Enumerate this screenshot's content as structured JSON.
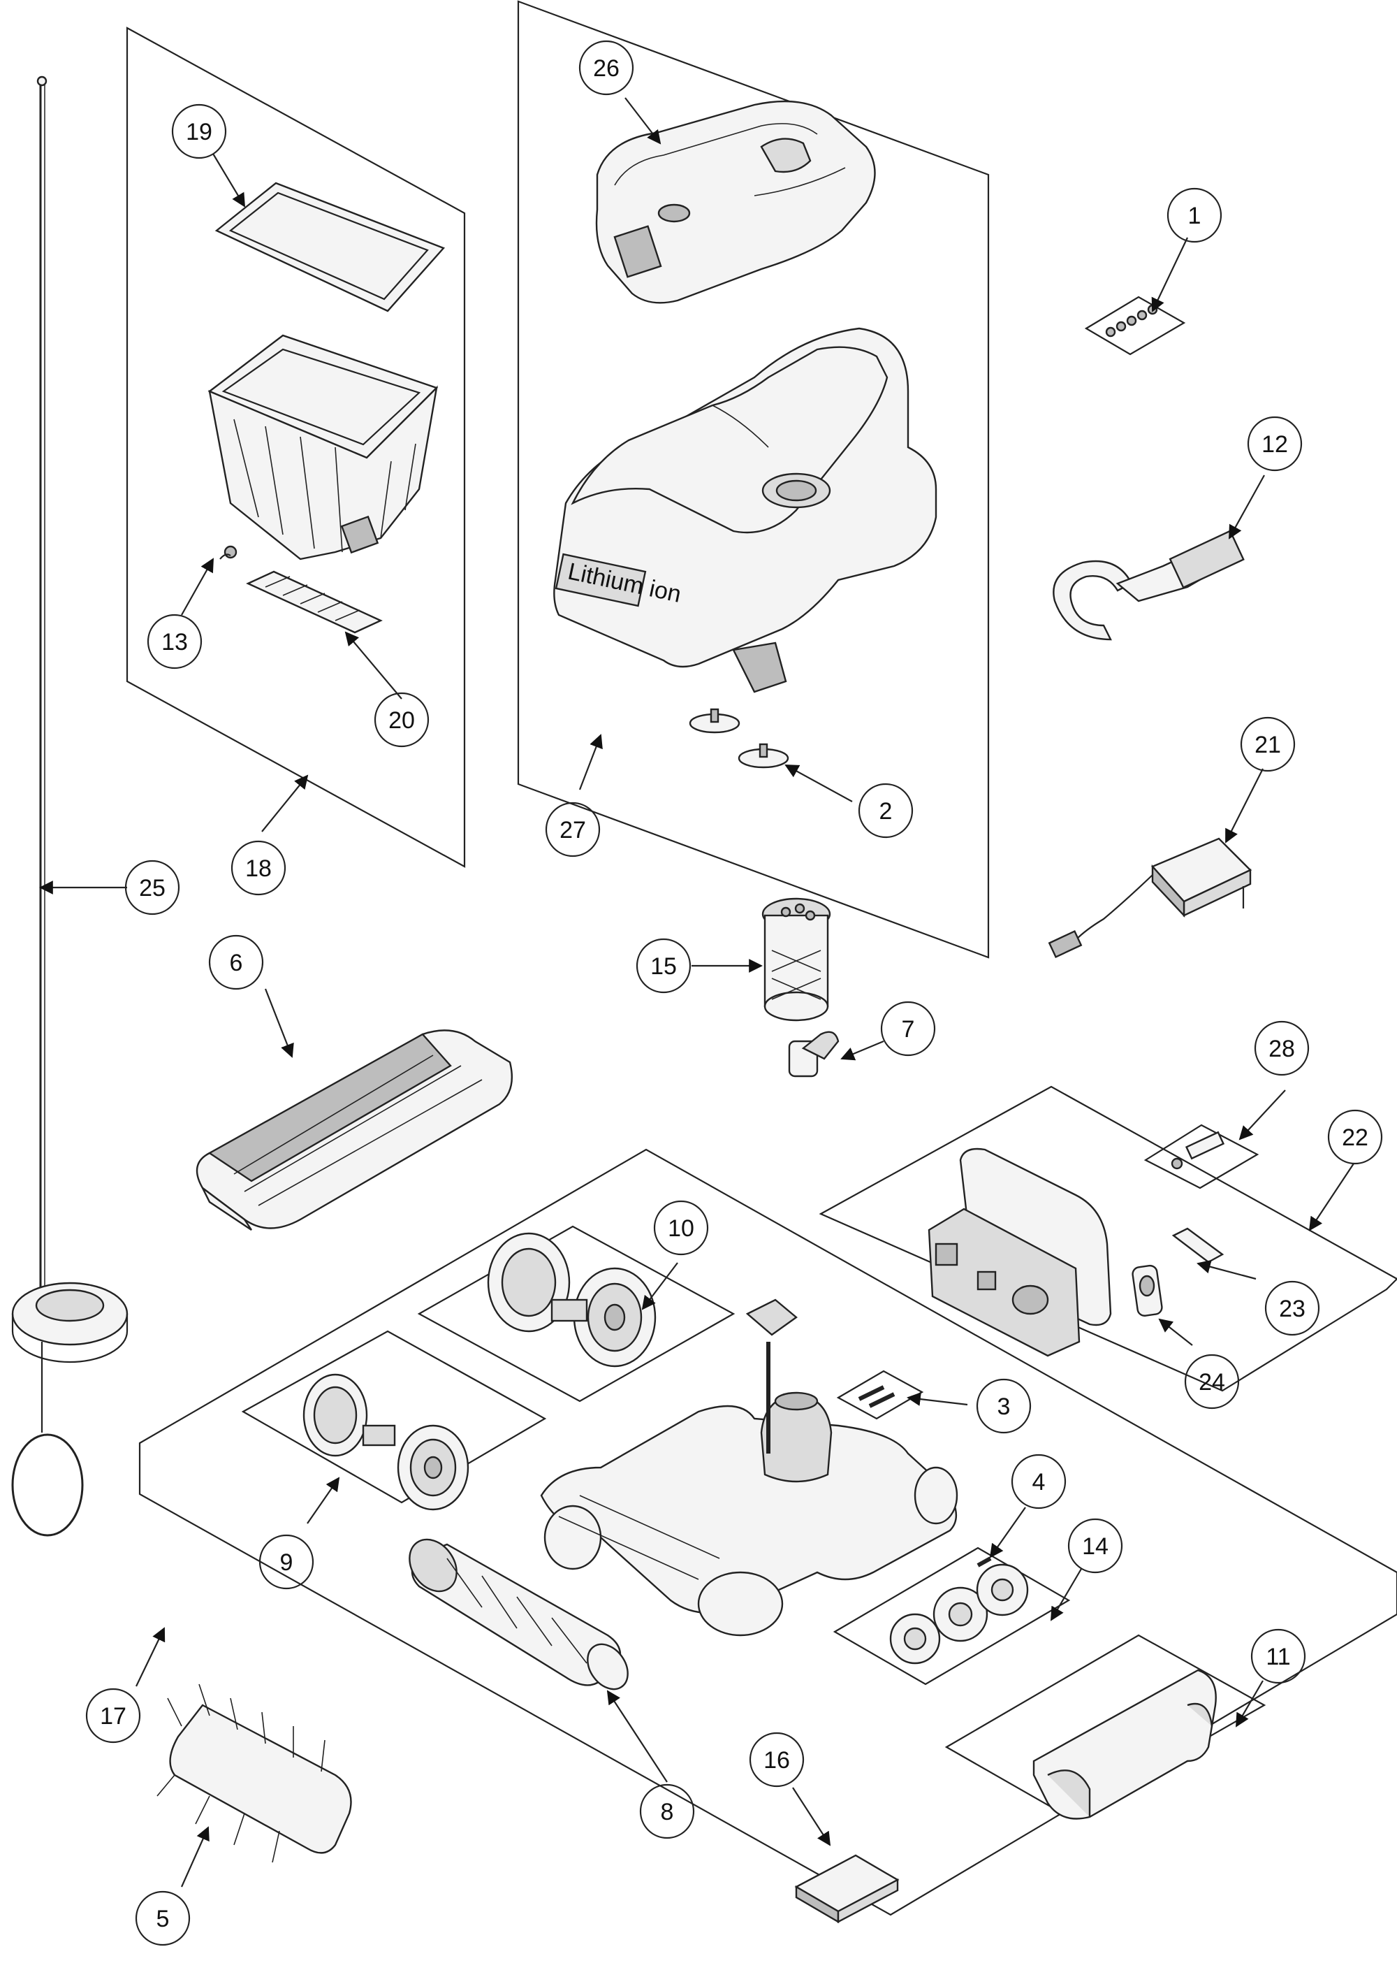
{
  "callouts": {
    "c1": "1",
    "c2": "2",
    "c3": "3",
    "c4": "4",
    "c5": "5",
    "c6": "6",
    "c7": "7",
    "c8": "8",
    "c9": "9",
    "c10": "10",
    "c11": "11",
    "c12": "12",
    "c13": "13",
    "c14": "14",
    "c15": "15",
    "c16": "16",
    "c17": "17",
    "c18": "18",
    "c19": "19",
    "c20": "20",
    "c21": "21",
    "c22": "22",
    "c23": "23",
    "c24": "24",
    "c25": "25",
    "c26": "26",
    "c27": "27",
    "c28": "28"
  },
  "labels": {
    "body_brand": "Lithium ion"
  },
  "colors": {
    "line": "#222222",
    "panel_fill": "#ffffff",
    "part_fill": "#f4f4f4",
    "part_dark": "#bdbdbd"
  }
}
